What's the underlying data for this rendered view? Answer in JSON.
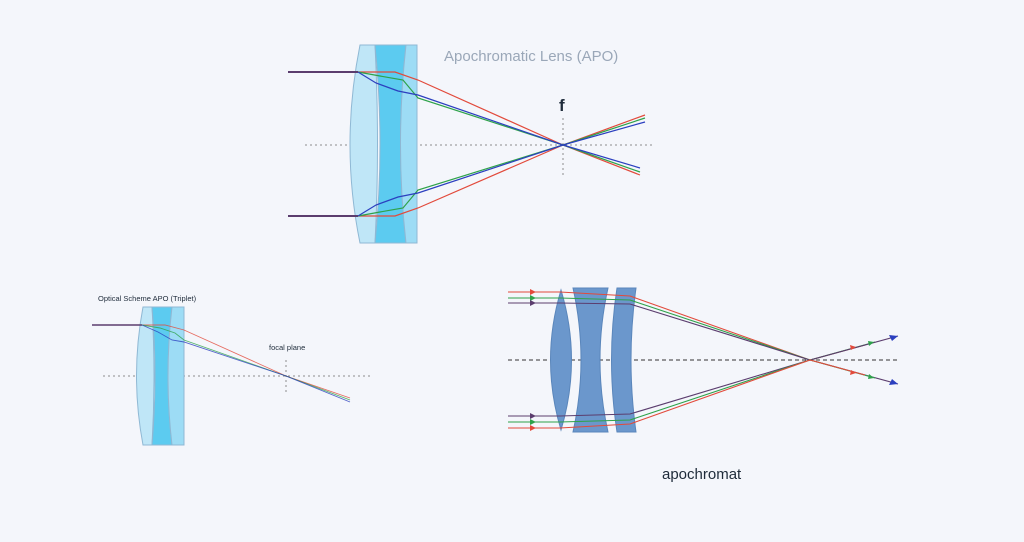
{
  "diagram1": {
    "title": "Apochromatic Lens (APO)",
    "focal_label": "f"
  },
  "diagram2": {
    "title": "Optical Scheme APO (Triplet)",
    "focal_label": "focal plane"
  },
  "diagram3": {
    "caption": "apochromat"
  },
  "colors": {
    "background": "#f4f6fb",
    "lens_light": "#bfe6f7",
    "lens_mid": "#5ccbf0",
    "lens_edge": "#8fb8d4",
    "lens_blue": "#6b97cc",
    "ray_red": "#e24a3b",
    "ray_green": "#2ea24a",
    "ray_blue": "#2b3fbf",
    "ray_dark": "#5b3d6e",
    "axis": "#8c8c8c",
    "title_gray": "#9aa7b8",
    "text_dark": "#1e2b3a"
  }
}
